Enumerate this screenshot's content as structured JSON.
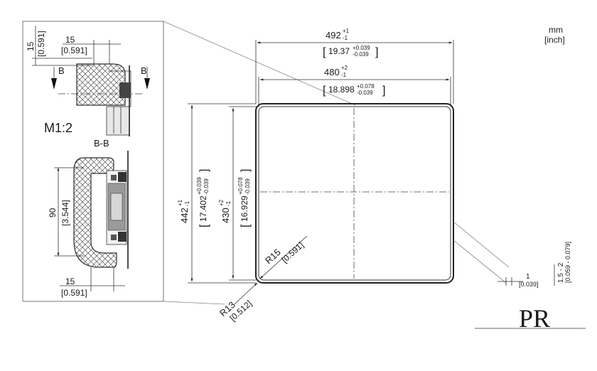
{
  "units": {
    "line1": "mm",
    "line2": "[inch]"
  },
  "detail": {
    "scale": "M1:2",
    "section_marker": "B",
    "section_title": "B-B",
    "top_height": {
      "mm": "15",
      "inch": "[0.591]"
    },
    "top_width": {
      "mm": "15",
      "inch": "[0.591]"
    },
    "section_height": {
      "mm": "90",
      "inch": "[3.544]"
    },
    "bottom_width": {
      "mm": "15",
      "inch": "[0.591]"
    }
  },
  "main": {
    "outer_width": {
      "mm": "492",
      "tol_mm": "+1 -1",
      "tol_plus": "+1",
      "tol_minus": "-1",
      "inch": "19.37",
      "tol_inch_plus": "+0.039",
      "tol_inch_minus": "-0.039"
    },
    "inner_width": {
      "mm": "480",
      "tol_plus": "+2",
      "tol_minus": "-1",
      "inch": "18.898",
      "tol_inch_plus": "+0.078",
      "tol_inch_minus": "-0.039"
    },
    "outer_height": {
      "mm": "442",
      "tol_plus": "+1",
      "tol_minus": "-1",
      "inch": "17.402",
      "tol_inch_plus": "+0.039",
      "tol_inch_minus": "-0.039"
    },
    "inner_height": {
      "mm": "430",
      "tol_plus": "+2",
      "tol_minus": "-1",
      "inch": "16.929",
      "tol_inch_plus": "+0.078",
      "tol_inch_minus": "-0.039"
    },
    "radius_inner": {
      "mm": "R15",
      "inch": "[0.591]"
    },
    "radius_outer": {
      "mm": "R13",
      "inch": "[0.512]"
    },
    "edge_gap": {
      "mm": "1",
      "inch": "[0.039]"
    },
    "frame_depth": {
      "mm": "1.5 - 2",
      "inch": "[0.059 - 0.079]"
    }
  },
  "logo": {
    "letters": "PR"
  }
}
